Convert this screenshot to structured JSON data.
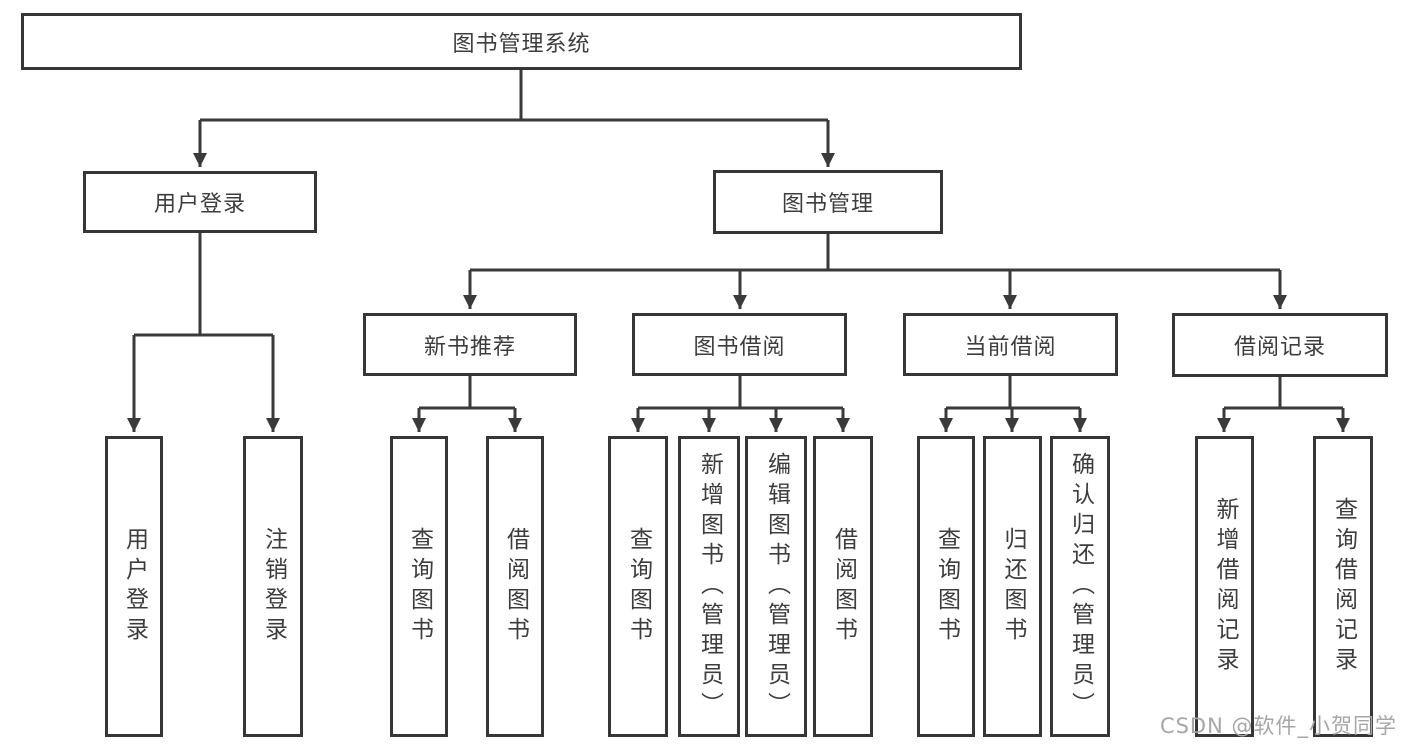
{
  "tree": {
    "root": {
      "label": "图书管理系统"
    },
    "user_login": {
      "label": "用户登录",
      "children": [
        {
          "label": "用户登录"
        },
        {
          "label": "注销登录"
        }
      ]
    },
    "book_management": {
      "label": "图书管理",
      "sections": [
        {
          "label": "新书推荐",
          "children": [
            {
              "label": "查询图书"
            },
            {
              "label": "借阅图书"
            }
          ]
        },
        {
          "label": "图书借阅",
          "children": [
            {
              "label": "查询图书"
            },
            {
              "label": "新增图书（管理员）"
            },
            {
              "label": "编辑图书（管理员）"
            },
            {
              "label": "借阅图书"
            }
          ]
        },
        {
          "label": "当前借阅",
          "children": [
            {
              "label": "查询图书"
            },
            {
              "label": "归还图书"
            },
            {
              "label": "确认归还（管理员）"
            }
          ]
        },
        {
          "label": "借阅记录",
          "children": [
            {
              "label": "新增借阅记录"
            },
            {
              "label": "查询借阅记录"
            }
          ]
        }
      ]
    }
  },
  "watermark": "CSDN @软件_小贺同学",
  "colors": {
    "line": "#3a3a3a",
    "text": "#3d3d3d",
    "watermark": "#a6a6a6",
    "background": "#ffffff"
  }
}
